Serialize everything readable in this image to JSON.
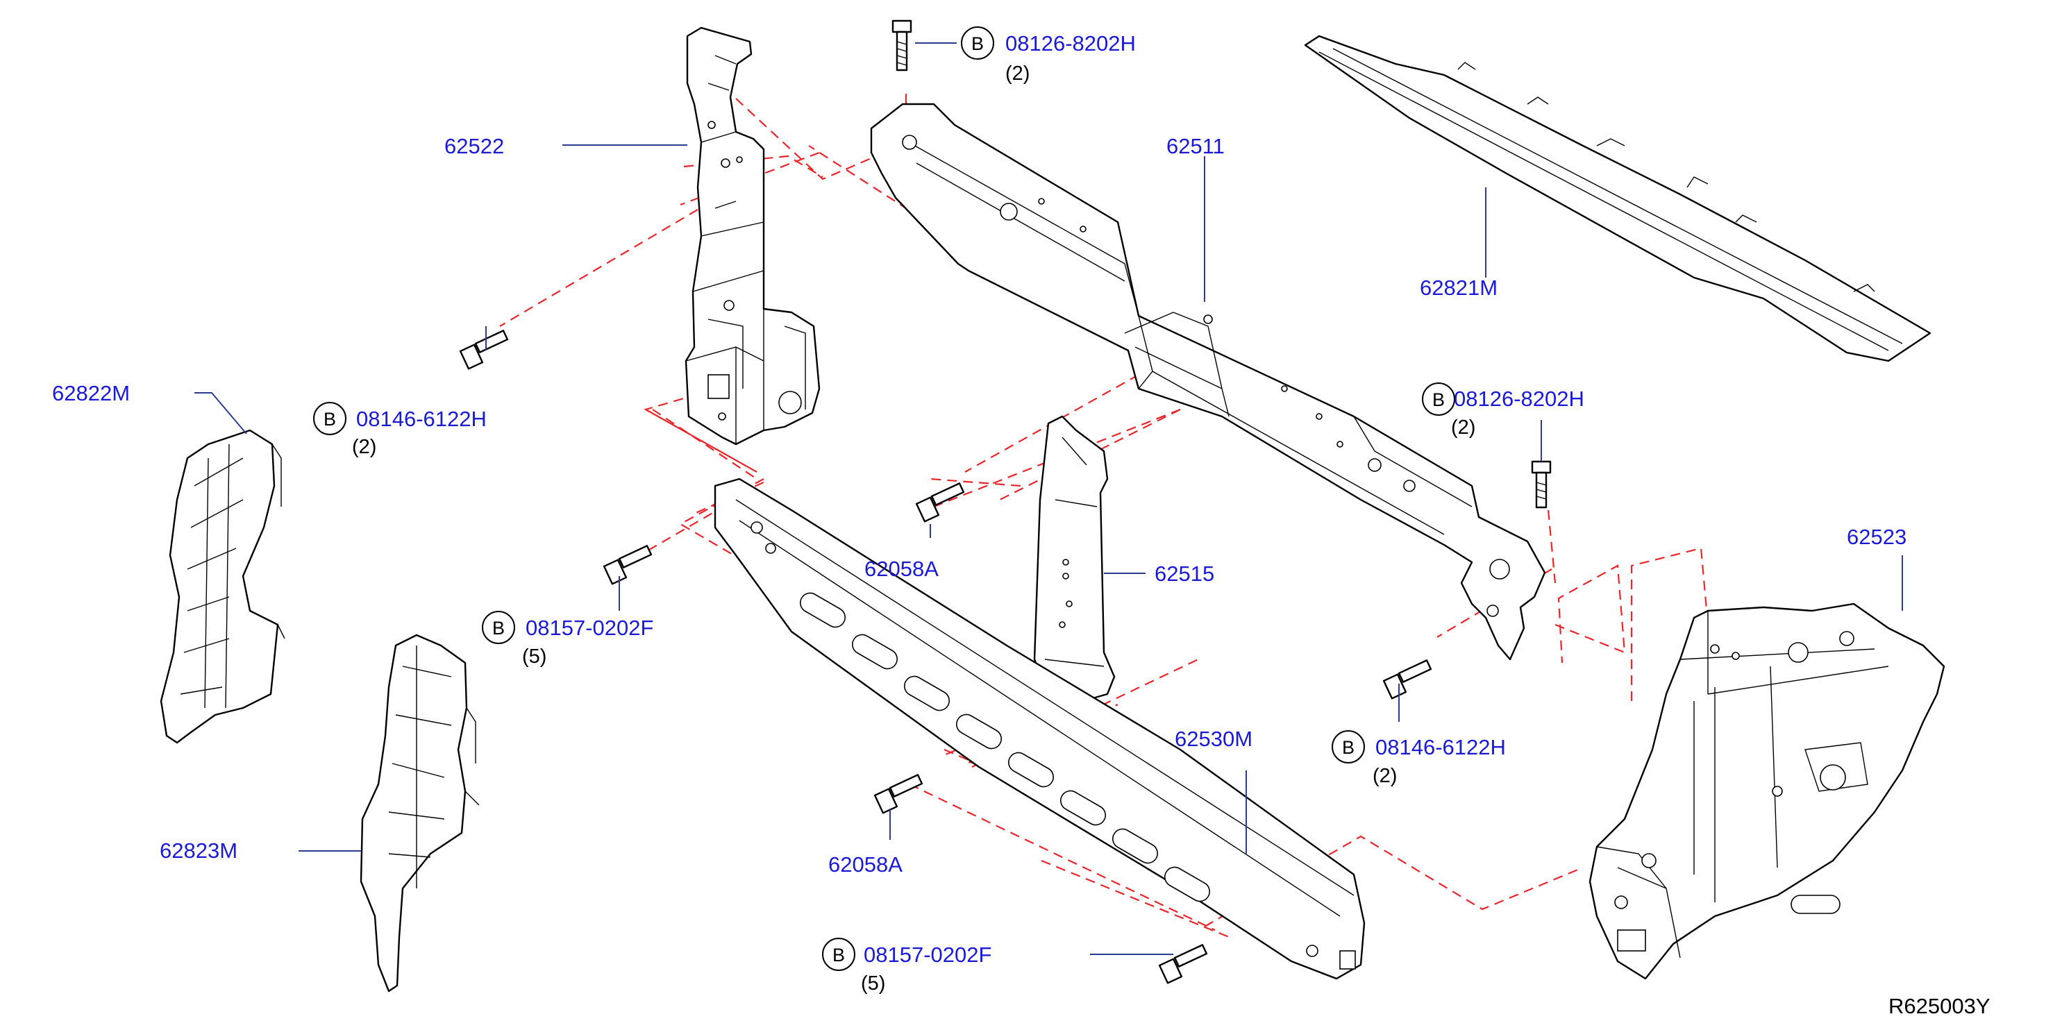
{
  "diagram": {
    "reference_code": "R625003Y",
    "circle_letter": "B",
    "parts": {
      "p62522": "62522",
      "p62511": "62511",
      "p62821M": "62821M",
      "p62822M": "62822M",
      "p62823M": "62823M",
      "p62515": "62515",
      "p62530M": "62530M",
      "p62523": "62523",
      "p62058A_upper": "62058A",
      "p62058A_lower": "62058A"
    },
    "fasteners": {
      "f1": {
        "part_no": "08126-8202H",
        "qty": "(2)"
      },
      "f2": {
        "part_no": "08146-6122H",
        "qty": "(2)"
      },
      "f3": {
        "part_no": "08126-8202H",
        "qty": "(2)"
      },
      "f4": {
        "part_no": "08157-0202F",
        "qty": "(5)"
      },
      "f5": {
        "part_no": "08146-6122H",
        "qty": "(2)"
      },
      "f6": {
        "part_no": "08157-0202F",
        "qty": "(5)"
      }
    }
  }
}
